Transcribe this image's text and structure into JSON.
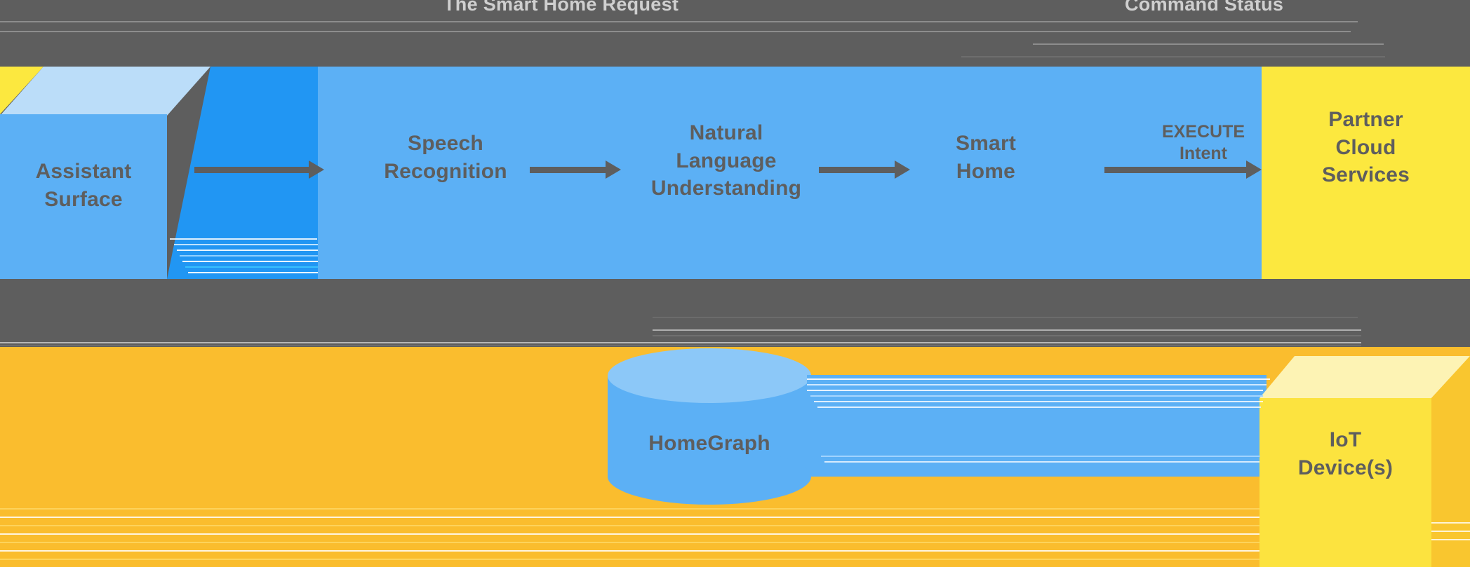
{
  "diagram": {
    "title_top_left": "The Smart Home Request",
    "title_top_right": "Command Status",
    "background_color": "#5e5e5e"
  },
  "colors": {
    "blue": "#5cb0f5",
    "blue_light": "#bbddf9",
    "blue_dark": "#2196f3",
    "yellow": "#fce83f",
    "yellow_light": "#fdf3b4",
    "orange": "#fabd2e",
    "orange_dark": "#f9c62f",
    "text_gray": "#5e5e5e",
    "caption_gray": "#cfcfcf"
  },
  "nodes": [
    {
      "id": "assistant-surface",
      "label": "Assistant\nSurface",
      "shape": "bevel-box",
      "color": "#5cb0f5"
    },
    {
      "id": "speech-recognition",
      "label": "Speech\nRecognition",
      "shape": "box",
      "color": "#5cb0f5"
    },
    {
      "id": "nlu",
      "label": "Natural\nLanguage\nUnderstanding",
      "shape": "box",
      "color": "#5cb0f5"
    },
    {
      "id": "smart-home",
      "label": "Smart\nHome",
      "shape": "box",
      "color": "#5cb0f5"
    },
    {
      "id": "partner-cloud",
      "label": "Partner\nCloud\nServices",
      "shape": "box",
      "color": "#fce83f"
    },
    {
      "id": "homegraph",
      "label": "HomeGraph",
      "shape": "cylinder",
      "color": "#5cb0f5"
    },
    {
      "id": "iot-devices",
      "label": "IoT\nDevice(s)",
      "shape": "cube",
      "color": "#fce83f"
    }
  ],
  "edges": [
    {
      "id": "e1",
      "from": "assistant-surface",
      "to": "speech-recognition",
      "label": "",
      "direction": "right"
    },
    {
      "id": "e2",
      "from": "speech-recognition",
      "to": "nlu",
      "label": "",
      "direction": "right"
    },
    {
      "id": "e3",
      "from": "nlu",
      "to": "smart-home",
      "label": "",
      "direction": "right"
    },
    {
      "id": "e4",
      "from": "smart-home",
      "to": "partner-cloud",
      "label": "EXECUTE\nIntent",
      "direction": "right"
    },
    {
      "id": "e5",
      "from": "assistant-surface",
      "to": "homegraph",
      "label": "",
      "direction": "down"
    },
    {
      "id": "e6",
      "from": "smart-home",
      "to": "homegraph",
      "label": "",
      "direction": "down"
    },
    {
      "id": "e7",
      "from": "partner-cloud",
      "to": "homegraph",
      "label": "",
      "direction": "down"
    },
    {
      "id": "e8",
      "from": "partner-cloud",
      "to": "iot-devices",
      "label": "",
      "direction": "down"
    }
  ],
  "edge_labels": {
    "execute_intent_line1": "EXECUTE",
    "execute_intent_line2": "Intent"
  }
}
